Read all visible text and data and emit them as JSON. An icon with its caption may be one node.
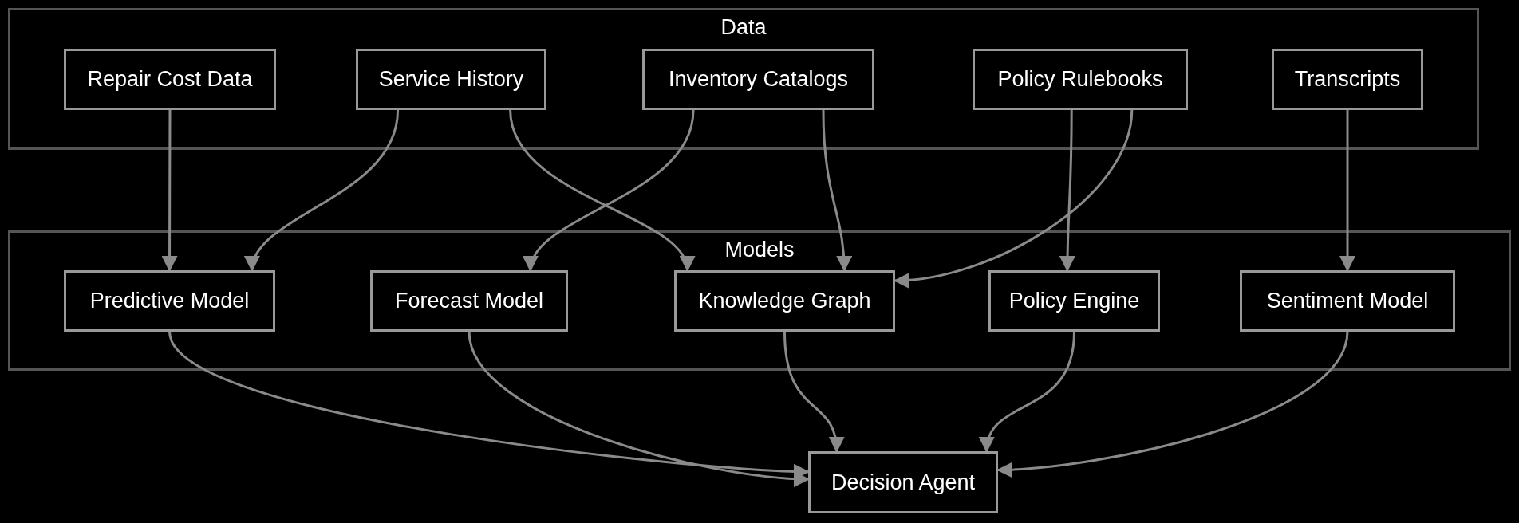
{
  "diagram": {
    "nodes": [
      {
        "text": [
          "Data"
        ]
      },
      {
        "text": [
          "Repair Cost Data"
        ],
        "in": 0
      },
      {
        "text": [
          "Service History"
        ],
        "in": 0
      },
      {
        "text": [
          "Inventory Catalogs"
        ],
        "in": 0
      },
      {
        "text": [
          "Policy Rulebooks"
        ],
        "in": 0
      },
      {
        "text": [
          "Transcripts"
        ],
        "in": 0
      },
      {
        "text": [
          "Models"
        ]
      },
      {
        "text": [
          "Predictive Model"
        ],
        "in": 6
      },
      {
        "text": [
          "Forecast Model"
        ],
        "in": 6
      },
      {
        "text": [
          "Knowledge Graph"
        ],
        "in": 6
      },
      {
        "text": [
          "Policy Engine"
        ],
        "in": 6
      },
      {
        "text": [
          "Sentiment Model"
        ],
        "in": 6
      },
      {
        "text": [
          "Decision Agent"
        ]
      }
    ],
    "edges": [
      {
        "from": 1,
        "to": 7,
        "arrow": "to"
      },
      {
        "from": 2,
        "to": 7,
        "arrow": "to"
      },
      {
        "from": 2,
        "to": 9,
        "arrow": "to"
      },
      {
        "from": 3,
        "to": 8,
        "arrow": "to"
      },
      {
        "from": 3,
        "to": 9,
        "arrow": "to"
      },
      {
        "from": 4,
        "to": 10,
        "arrow": "to"
      },
      {
        "from": 4,
        "to": 9,
        "arrow": "to"
      },
      {
        "from": 5,
        "to": 11,
        "arrow": "to"
      },
      {
        "from": 7,
        "to": 12,
        "arrow": "to"
      },
      {
        "from": 8,
        "to": 12,
        "arrow": "to"
      },
      {
        "from": 9,
        "to": 12,
        "arrow": "to"
      },
      {
        "from": 10,
        "to": 12,
        "arrow": "to"
      },
      {
        "from": 11,
        "to": 12,
        "arrow": "to"
      }
    ]
  }
}
